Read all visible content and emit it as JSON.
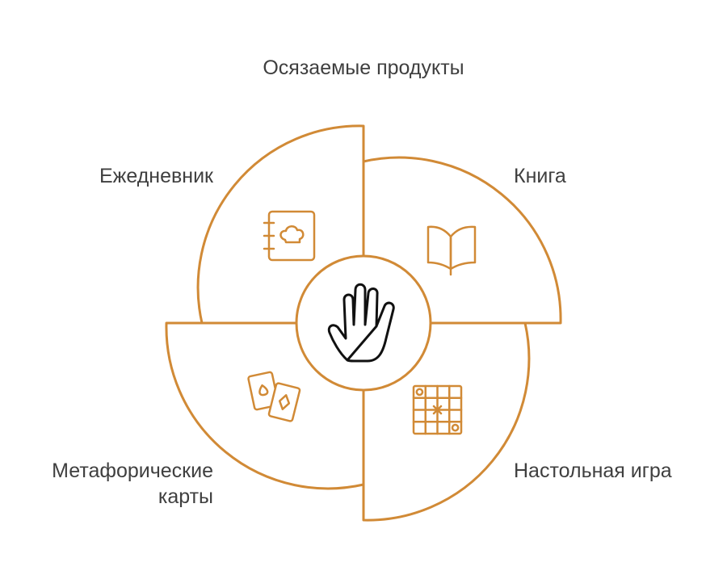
{
  "title": "Осязаемые продукты",
  "center": {
    "icon": "hand-icon"
  },
  "quadrants": {
    "diary": {
      "label": "Ежедневник",
      "icon": "notebook-icon"
    },
    "book": {
      "label": "Книга",
      "icon": "book-icon"
    },
    "game": {
      "label": "Настольная игра",
      "icon": "game-board-icon"
    },
    "cards": {
      "label_line1": "Метафорические",
      "label_line2": "карты",
      "icon": "playing-cards-icon"
    }
  },
  "colors": {
    "accent": "#d18a36",
    "text": "#3f3f3f",
    "icon_center": "#111111"
  }
}
